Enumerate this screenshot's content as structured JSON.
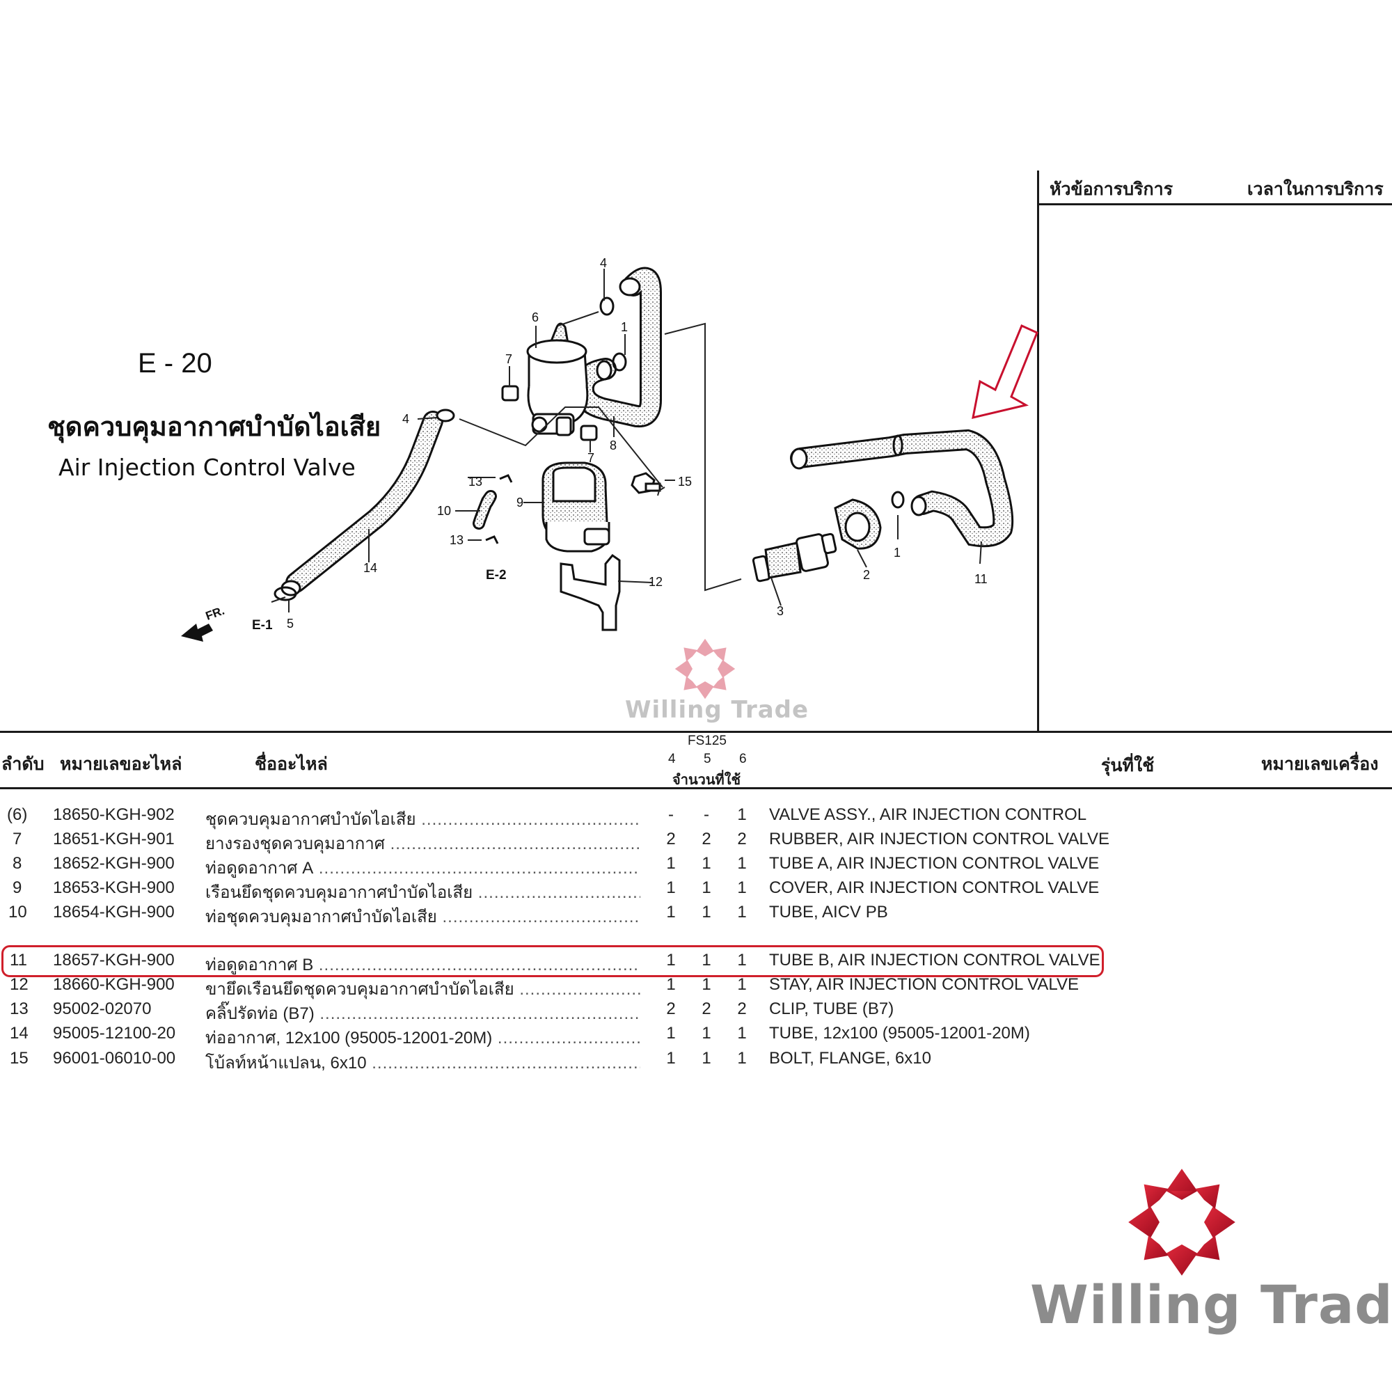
{
  "service_header": {
    "topic": "หัวข้อการบริการ",
    "time": "เวลาในการบริการ"
  },
  "section": {
    "code": "E - 20",
    "title_th": "ชุดควบคุมอากาศบำบัดไอเสีย",
    "title_en": "Air Injection Control Valve"
  },
  "diagram": {
    "callouts": [
      "1",
      "1",
      "2",
      "3",
      "4",
      "4",
      "5",
      "6",
      "7",
      "7",
      "8",
      "9",
      "10",
      "11",
      "12",
      "13",
      "13",
      "14",
      "15"
    ],
    "refs": [
      "E-1",
      "E-2"
    ],
    "front_label": "FR."
  },
  "watermark": {
    "text": "Willing Trade"
  },
  "table": {
    "headers": {
      "no": "ลำดับ",
      "part_no": "หมายเลขอะไหล่",
      "name": "ชื่ออะไหล่",
      "model": "FS125",
      "variants": [
        "4",
        "5",
        "6"
      ],
      "qty_label": "จำนวนที่ใช้",
      "applicable": "รุ่นที่ใช้",
      "engine_no": "หมายเลขเครื่อง"
    },
    "rows": [
      {
        "no": "(6)",
        "part": "18650-KGH-902",
        "th": "ชุดควบคุมอากาศบำบัดไอเสีย",
        "q4": "-",
        "q5": "-",
        "q6": "1",
        "en": "VALVE ASSY., AIR INJECTION CONTROL"
      },
      {
        "no": "7",
        "part": "18651-KGH-901",
        "th": "ยางรองชุดควบคุมอากาศ",
        "q4": "2",
        "q5": "2",
        "q6": "2",
        "en": "RUBBER, AIR INJECTION CONTROL VALVE"
      },
      {
        "no": "8",
        "part": "18652-KGH-900",
        "th": "ท่อดูดอากาศ A",
        "q4": "1",
        "q5": "1",
        "q6": "1",
        "en": "TUBE A, AIR INJECTION CONTROL VALVE"
      },
      {
        "no": "9",
        "part": "18653-KGH-900",
        "th": "เรือนยึดชุดควบคุมอากาศบำบัดไอเสีย",
        "q4": "1",
        "q5": "1",
        "q6": "1",
        "en": "COVER, AIR INJECTION CONTROL VALVE"
      },
      {
        "no": "10",
        "part": "18654-KGH-900",
        "th": "ท่อชุดควบคุมอากาศบำบัดไอเสีย",
        "q4": "1",
        "q5": "1",
        "q6": "1",
        "en": "TUBE, AICV PB"
      },
      {
        "no": "11",
        "part": "18657-KGH-900",
        "th": "ท่อดูดอากาศ B",
        "q4": "1",
        "q5": "1",
        "q6": "1",
        "en": "TUBE B, AIR INJECTION CONTROL VALVE"
      },
      {
        "no": "12",
        "part": "18660-KGH-900",
        "th": "ขายึดเรือนยึดชุดควบคุมอากาศบำบัดไอเสีย",
        "q4": "1",
        "q5": "1",
        "q6": "1",
        "en": "STAY, AIR INJECTION CONTROL VALVE"
      },
      {
        "no": "13",
        "part": "95002-02070",
        "th": "คลิ๊ปรัดท่อ (B7)",
        "q4": "2",
        "q5": "2",
        "q6": "2",
        "en": "CLIP, TUBE (B7)"
      },
      {
        "no": "14",
        "part": "95005-12100-20",
        "th": "ท่ออากาศ, 12x100 (95005-12001-20M)",
        "q4": "1",
        "q5": "1",
        "q6": "1",
        "en": "TUBE, 12x100 (95005-12001-20M)"
      },
      {
        "no": "15",
        "part": "96001-06010-00",
        "th": "โบ้ลท์หน้าแปลน, 6x10",
        "q4": "1",
        "q5": "1",
        "q6": "1",
        "en": "BOLT, FLANGE, 6x10"
      }
    ]
  },
  "highlight": {
    "row": "11",
    "color": "#d01f2b"
  },
  "logo": {
    "text": "Willing Trade",
    "color": "#c8102e",
    "text_color": "#8c8c8c"
  }
}
